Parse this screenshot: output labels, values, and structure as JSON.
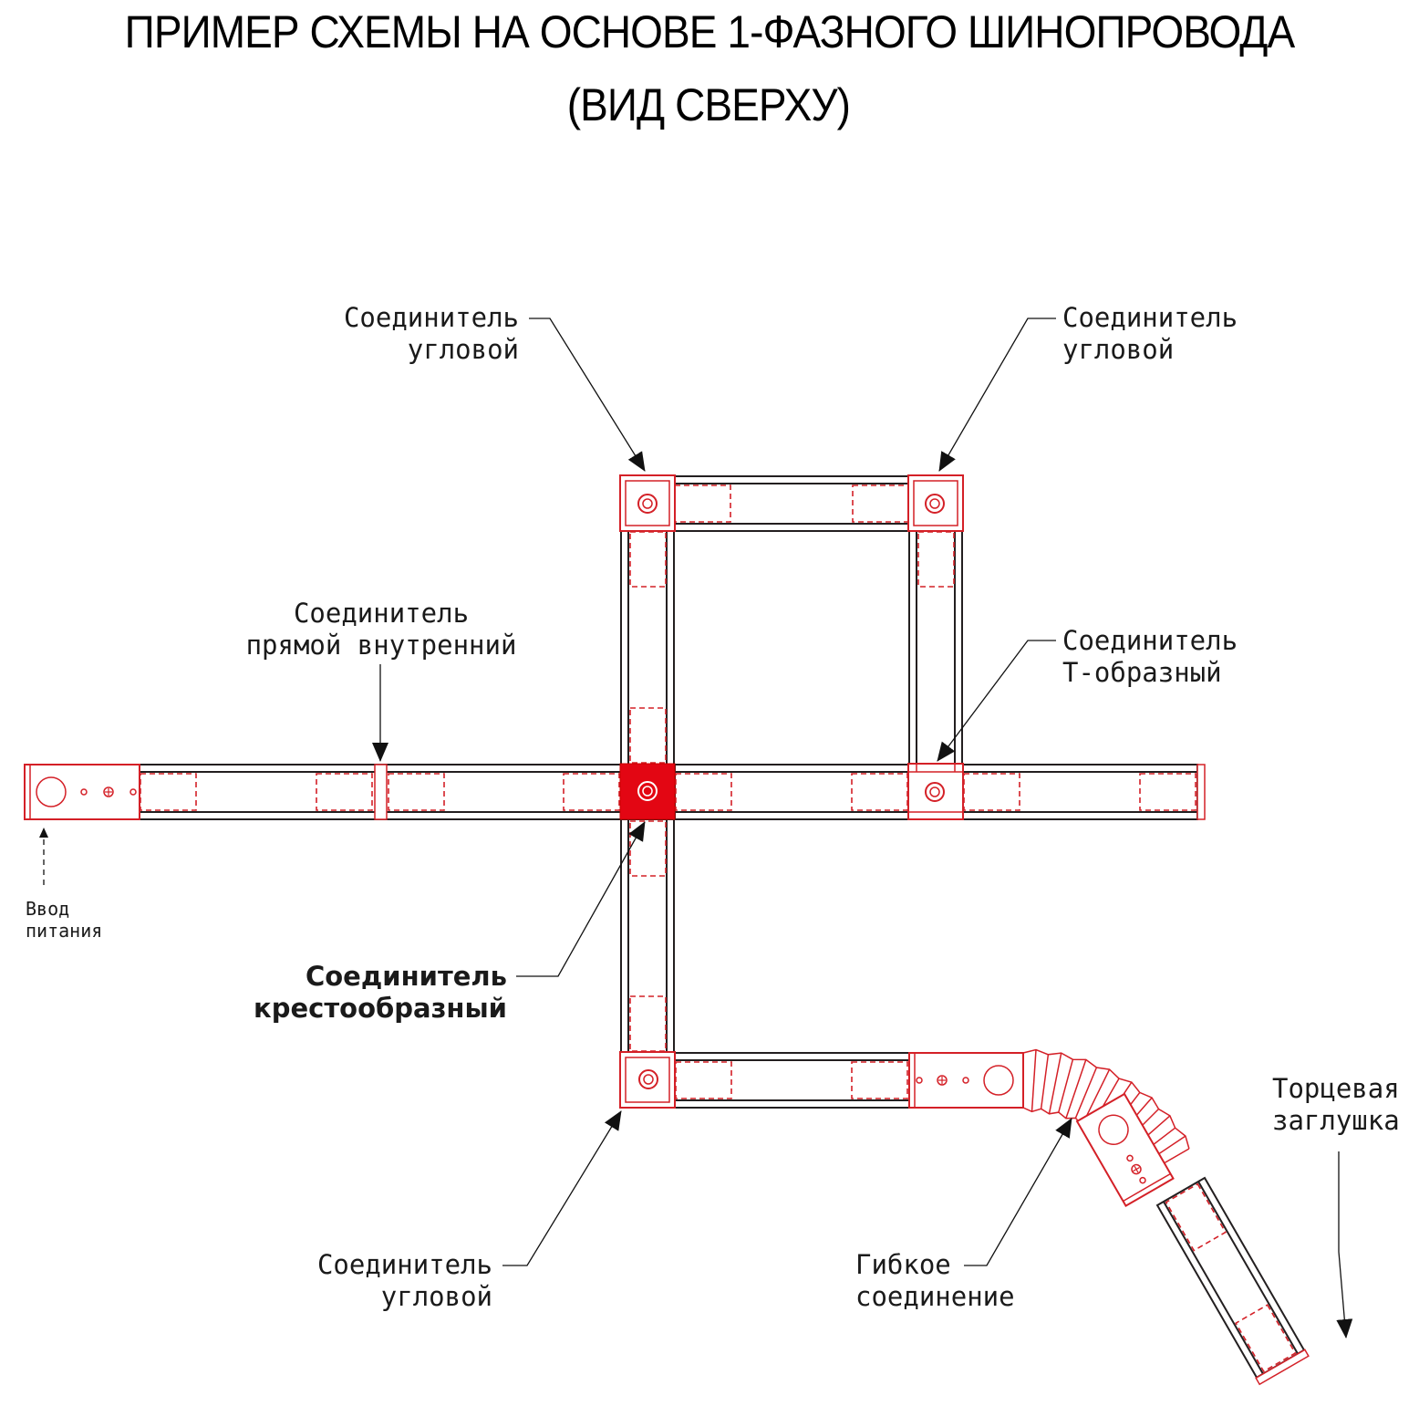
{
  "title": {
    "main": "ПРИМЕР СХЕМЫ НА ОСНОВЕ 1-ФАЗНОГО ШИНОПРОВОДА",
    "sub": "(ВИД СВЕРХУ)"
  },
  "labels": {
    "corner_top_left": {
      "line1": "Соединитель",
      "line2": "угловой"
    },
    "corner_top_right": {
      "line1": "Соединитель",
      "line2": "угловой"
    },
    "straight_internal": {
      "line1": "Соединитель",
      "line2": "прямой внутренний"
    },
    "t_shaped": {
      "line1": "Соединитель",
      "line2": "Т-образный"
    },
    "power_input": {
      "line1": "Ввод",
      "line2": "питания"
    },
    "cross": {
      "line1": "Соединитель",
      "line2": "крестообразный"
    },
    "corner_bottom": {
      "line1": "Соединитель",
      "line2": "угловой"
    },
    "flexible": {
      "line1": "Гибкое",
      "line2": "соединение"
    },
    "end_cap": {
      "line1": "Торцевая",
      "line2": "заглушка"
    }
  },
  "colors": {
    "outline": "#d42027",
    "track": "#231f20",
    "highlight": "#e30613",
    "text": "#1a1a1a"
  }
}
